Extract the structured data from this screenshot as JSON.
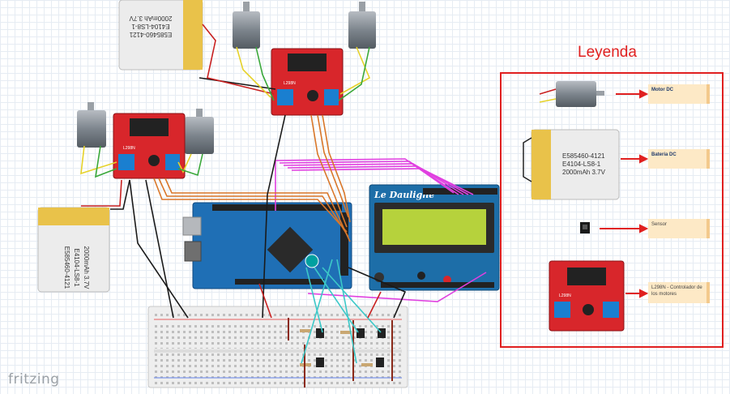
{
  "app": {
    "brand": "fritzing"
  },
  "legend": {
    "title": "Leyenda",
    "items": [
      {
        "icon": "dc-motor-icon",
        "label": "Motor DC"
      },
      {
        "icon": "battery-icon",
        "label": "Bateria DC"
      },
      {
        "icon": "sensor-icon",
        "label": "Sensor"
      },
      {
        "icon": "motor-driver-icon",
        "label": "L298N - Controlador de los motores"
      }
    ]
  },
  "components": {
    "battery": {
      "line1": "E585460-4121",
      "line2": "E4104-LS8-1",
      "line3": "2000mAh 3.7V"
    },
    "lcd_shield": {
      "brand": "Le Dauligne"
    },
    "driver": {
      "label": "L298N"
    }
  },
  "colors": {
    "legend_border": "#e02020",
    "driver_board": "#d8262b",
    "arduino_board": "#1f6fb5",
    "lcd_board": "#1d6ea8",
    "lcd_screen": "#b6d23c",
    "battery_body": "#efd97a",
    "wire_orange": "#d9772a",
    "wire_magenta": "#e040e0",
    "wire_cyan": "#3cc8c8"
  }
}
